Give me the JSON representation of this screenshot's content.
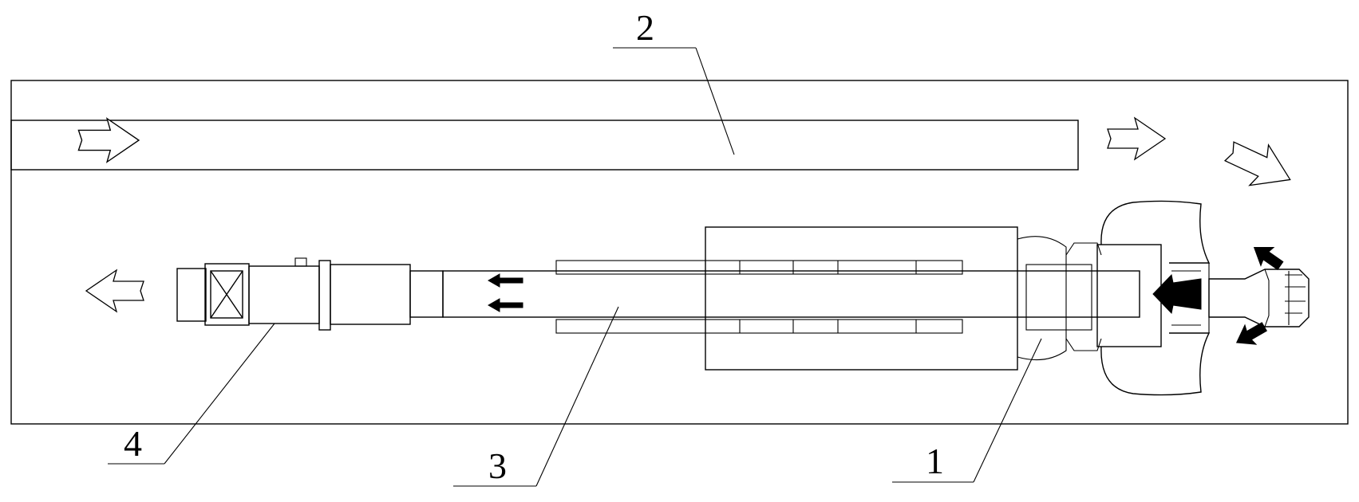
{
  "diagram": {
    "callouts": [
      {
        "id": "label-1",
        "text": "1"
      },
      {
        "id": "label-2",
        "text": "2"
      },
      {
        "id": "label-3",
        "text": "3"
      },
      {
        "id": "label-4",
        "text": "4"
      }
    ],
    "line_color": "#000000",
    "background_color": "#ffffff"
  }
}
